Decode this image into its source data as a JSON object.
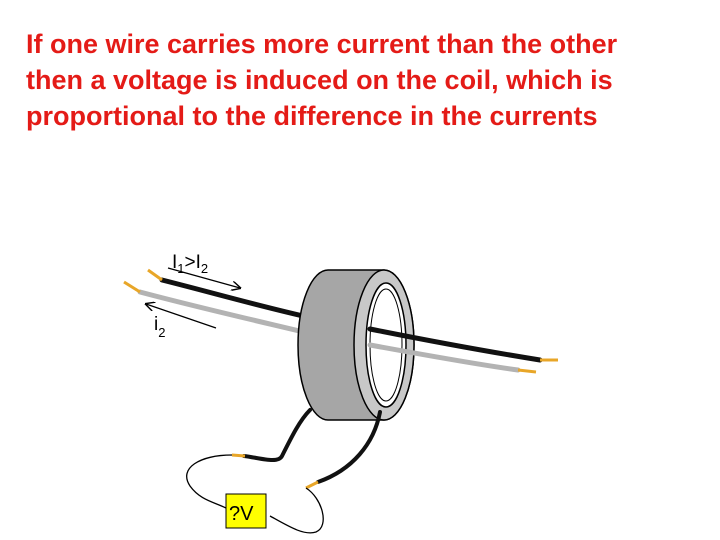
{
  "slide": {
    "text_lines": [
      "If one wire carries more current than the other",
      "then a voltage is induced on the coil, which is",
      "proportional to the difference in the currents"
    ],
    "text_color": "#e41b17"
  },
  "diagram": {
    "label_i1_main": "I",
    "label_i1_sub": "1",
    "label_compare": ">",
    "label_i2_main": "I",
    "label_i2_sub": "2",
    "label_return_main": "i",
    "label_return_sub": "2",
    "voltage_label": "?V",
    "colors": {
      "wire_dark": "#111111",
      "wire_light": "#b3b3b3",
      "wire_tip": "#e8a628",
      "core_fill": "#a6a6a6",
      "core_face": "#c8c8c8",
      "voltmeter_fill": "#ffff00"
    }
  }
}
